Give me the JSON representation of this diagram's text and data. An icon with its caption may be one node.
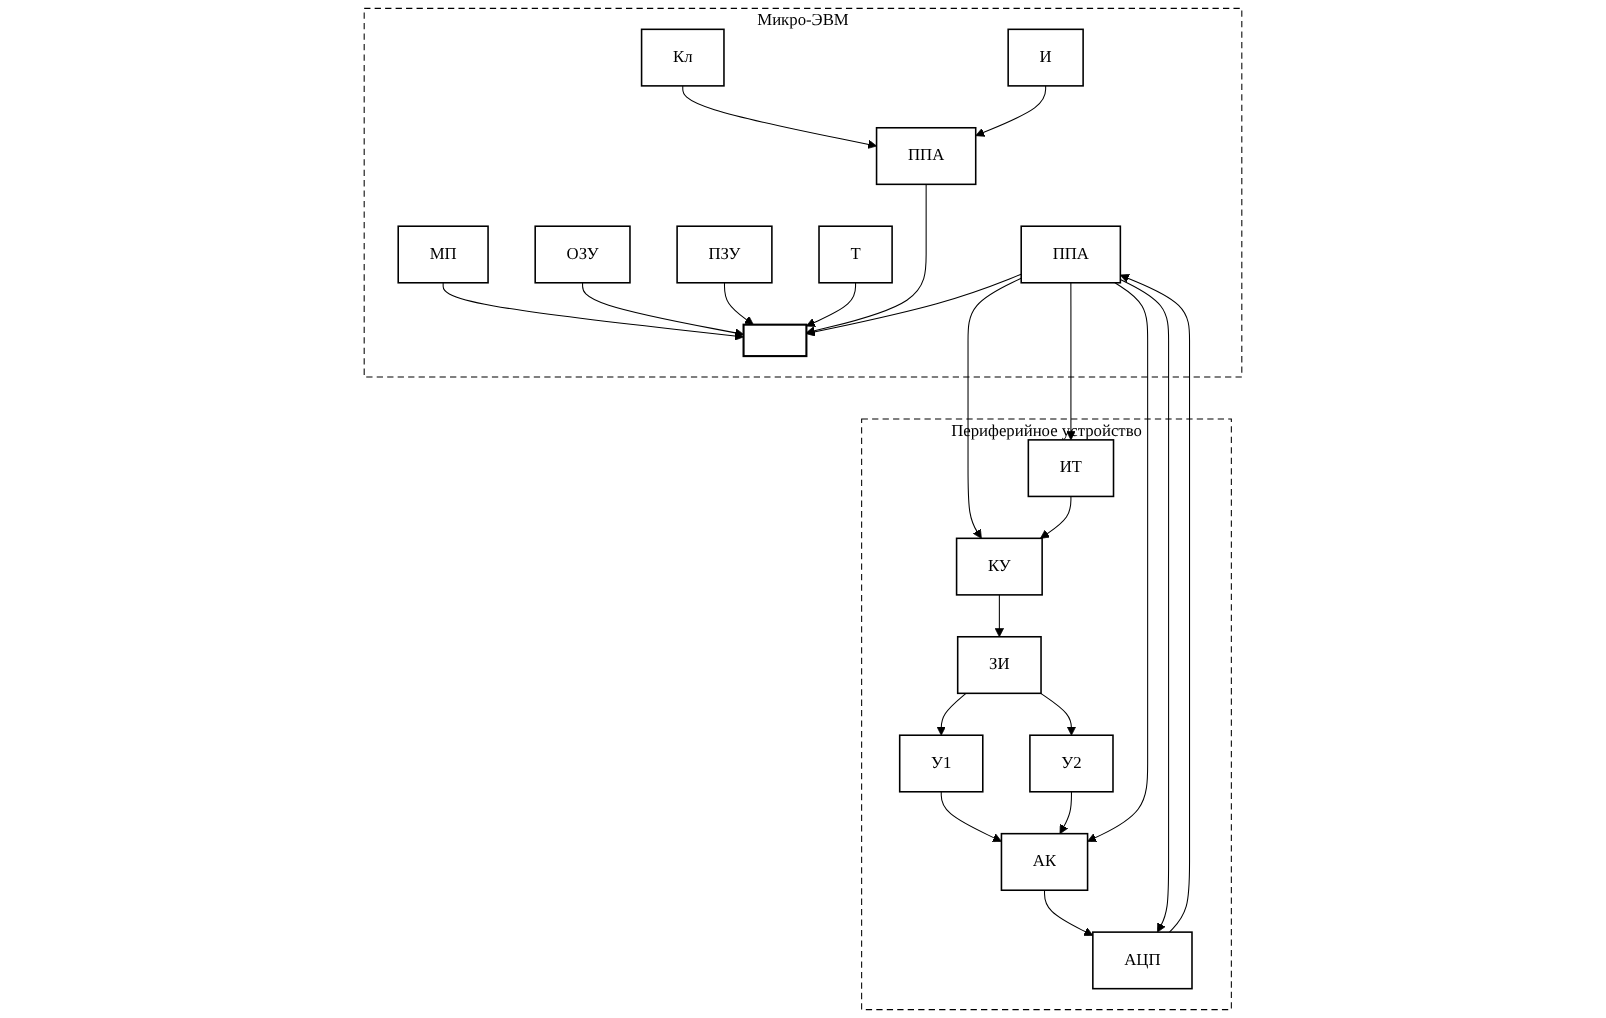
{
  "diagram": {
    "nodes": [
      {
        "text": [
          "Микро-ЭВМ"
        ]
      },
      {
        "text": [
          "МП"
        ],
        "in": 0
      },
      {
        "text": [
          "ОЗУ"
        ],
        "in": 0
      },
      {
        "text": [
          "ПЗУ"
        ],
        "in": 0
      },
      {
        "text": [
          "Т"
        ],
        "in": 0
      },
      {
        "text": [
          "Кл"
        ],
        "in": 0
      },
      {
        "text": [
          "И"
        ],
        "in": 0
      },
      {
        "text": [
          "ППА"
        ],
        "in": 0
      },
      {
        "text": [],
        "shape": "bar",
        "in": 0
      },
      {
        "text": [
          "ППА"
        ],
        "in": 0
      },
      {
        "text": [
          "Периферийное устройство"
        ]
      },
      {
        "text": [
          "ЗИ"
        ],
        "in": 10
      },
      {
        "text": [
          "У1"
        ],
        "in": 10
      },
      {
        "text": [
          "У2"
        ],
        "in": 10
      },
      {
        "text": [
          "АК"
        ],
        "in": 10
      },
      {
        "text": [
          "АЦП"
        ],
        "in": 10
      },
      {
        "text": [
          "КУ"
        ],
        "in": 10
      },
      {
        "text": [
          "ИТ"
        ],
        "in": 10
      }
    ],
    "edges": [
      {
        "from": 1,
        "to": 8,
        "arrow": "to"
      },
      {
        "from": 2,
        "to": 8,
        "arrow": "to"
      },
      {
        "from": 3,
        "to": 8,
        "arrow": "to"
      },
      {
        "from": 4,
        "to": 8,
        "arrow": "to"
      },
      {
        "from": 5,
        "to": 7,
        "arrow": "to"
      },
      {
        "from": 6,
        "to": 7,
        "arrow": "to"
      },
      {
        "from": 7,
        "to": 8,
        "arrow": "to"
      },
      {
        "from": 9,
        "to": 8,
        "arrow": "to"
      },
      {
        "from": 11,
        "to": 12,
        "arrow": "to"
      },
      {
        "from": 11,
        "to": 13,
        "arrow": "to"
      },
      {
        "from": 12,
        "to": 14,
        "arrow": "to"
      },
      {
        "from": 13,
        "to": 14,
        "arrow": "to"
      },
      {
        "from": 14,
        "to": 15,
        "arrow": "to"
      },
      {
        "from": 15,
        "to": 9,
        "arrow": "to"
      },
      {
        "from": 9,
        "to": 14,
        "arrow": "to"
      },
      {
        "from": 9,
        "to": 16,
        "arrow": "to"
      },
      {
        "from": 9,
        "to": 15,
        "arrow": "to"
      },
      {
        "from": 9,
        "to": 17,
        "arrow": "to"
      },
      {
        "from": 17,
        "to": 16,
        "arrow": "to"
      },
      {
        "from": 16,
        "to": 11,
        "arrow": "to"
      }
    ]
  }
}
